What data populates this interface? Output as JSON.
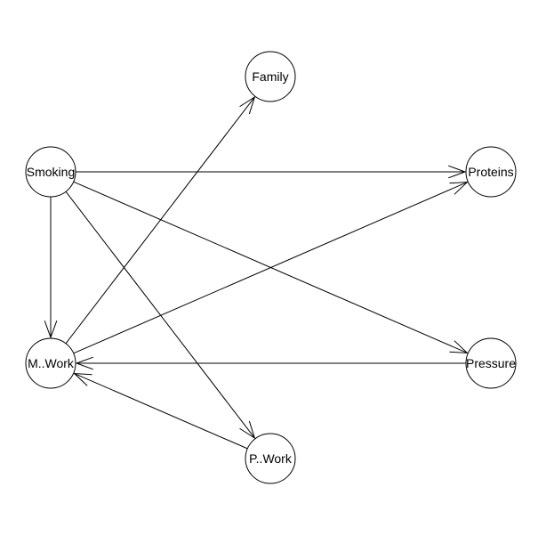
{
  "graph": {
    "nodes": [
      {
        "id": "family",
        "label": "Family"
      },
      {
        "id": "smoking",
        "label": "Smoking"
      },
      {
        "id": "proteins",
        "label": "Proteins"
      },
      {
        "id": "m_work",
        "label": "M..Work"
      },
      {
        "id": "pressure",
        "label": "Pressure"
      },
      {
        "id": "p_work",
        "label": "P..Work"
      }
    ],
    "edges": [
      {
        "from": "smoking",
        "to": "proteins"
      },
      {
        "from": "smoking",
        "to": "m_work"
      },
      {
        "from": "smoking",
        "to": "pressure"
      },
      {
        "from": "smoking",
        "to": "p_work"
      },
      {
        "from": "m_work",
        "to": "family"
      },
      {
        "from": "m_work",
        "to": "proteins"
      },
      {
        "from": "pressure",
        "to": "m_work"
      },
      {
        "from": "p_work",
        "to": "m_work"
      }
    ]
  }
}
